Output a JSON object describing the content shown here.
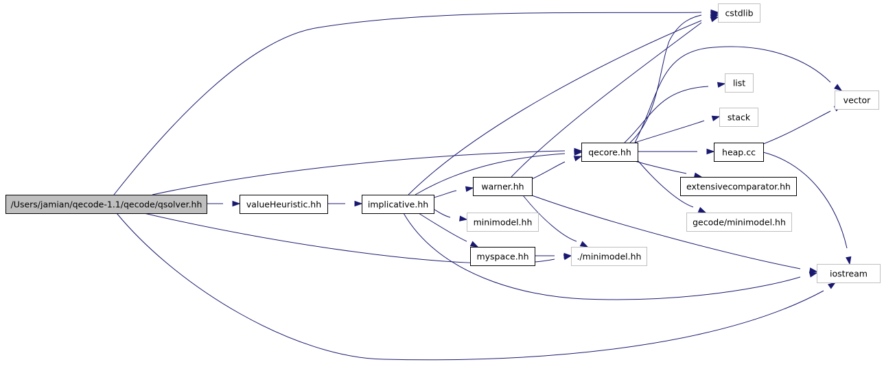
{
  "diagram": {
    "colors": {
      "edge": "#191970",
      "root_fill": "#bfbfbf",
      "node_border": "#000000",
      "external_border": "#bfbfbf",
      "node_fill": "#ffffff"
    },
    "nodes": [
      {
        "id": "qsolver",
        "label": "/Users/jamian/qecode-1.1/qecode/qsolver.hh",
        "kind": "root"
      },
      {
        "id": "valueHeuristic",
        "label": "valueHeuristic.hh",
        "kind": "internal"
      },
      {
        "id": "implicative",
        "label": "implicative.hh",
        "kind": "internal"
      },
      {
        "id": "warner",
        "label": "warner.hh",
        "kind": "internal"
      },
      {
        "id": "qecore",
        "label": "qecore.hh",
        "kind": "internal"
      },
      {
        "id": "heap",
        "label": "heap.cc",
        "kind": "internal"
      },
      {
        "id": "extensivecomparator",
        "label": "extensivecomparator.hh",
        "kind": "internal"
      },
      {
        "id": "myspace",
        "label": "myspace.hh",
        "kind": "internal"
      },
      {
        "id": "minimodel",
        "label": "minimodel.hh",
        "kind": "external"
      },
      {
        "id": "dotminimodel",
        "label": "./minimodel.hh",
        "kind": "external"
      },
      {
        "id": "gecodeminimodel",
        "label": "gecode/minimodel.hh",
        "kind": "external"
      },
      {
        "id": "cstdlib",
        "label": "cstdlib",
        "kind": "external"
      },
      {
        "id": "list",
        "label": "list",
        "kind": "external"
      },
      {
        "id": "stack",
        "label": "stack",
        "kind": "external"
      },
      {
        "id": "vector",
        "label": "vector",
        "kind": "external"
      },
      {
        "id": "iostream",
        "label": "iostream",
        "kind": "external"
      }
    ],
    "edges": [
      {
        "from": "qsolver",
        "to": "cstdlib"
      },
      {
        "from": "qsolver",
        "to": "qecore"
      },
      {
        "from": "qsolver",
        "to": "valueHeuristic"
      },
      {
        "from": "qsolver",
        "to": "dotminimodel"
      },
      {
        "from": "qsolver",
        "to": "iostream"
      },
      {
        "from": "valueHeuristic",
        "to": "implicative"
      },
      {
        "from": "implicative",
        "to": "cstdlib"
      },
      {
        "from": "implicative",
        "to": "qecore"
      },
      {
        "from": "implicative",
        "to": "warner"
      },
      {
        "from": "implicative",
        "to": "minimodel"
      },
      {
        "from": "implicative",
        "to": "myspace"
      },
      {
        "from": "implicative",
        "to": "iostream"
      },
      {
        "from": "warner",
        "to": "cstdlib"
      },
      {
        "from": "warner",
        "to": "qecore"
      },
      {
        "from": "warner",
        "to": "dotminimodel"
      },
      {
        "from": "warner",
        "to": "iostream"
      },
      {
        "from": "myspace",
        "to": "dotminimodel"
      },
      {
        "from": "qecore",
        "to": "cstdlib"
      },
      {
        "from": "qecore",
        "to": "vector"
      },
      {
        "from": "qecore",
        "to": "list"
      },
      {
        "from": "qecore",
        "to": "stack"
      },
      {
        "from": "qecore",
        "to": "heap"
      },
      {
        "from": "qecore",
        "to": "extensivecomparator"
      },
      {
        "from": "qecore",
        "to": "gecodeminimodel"
      },
      {
        "from": "heap",
        "to": "vector"
      },
      {
        "from": "heap",
        "to": "iostream"
      }
    ]
  }
}
